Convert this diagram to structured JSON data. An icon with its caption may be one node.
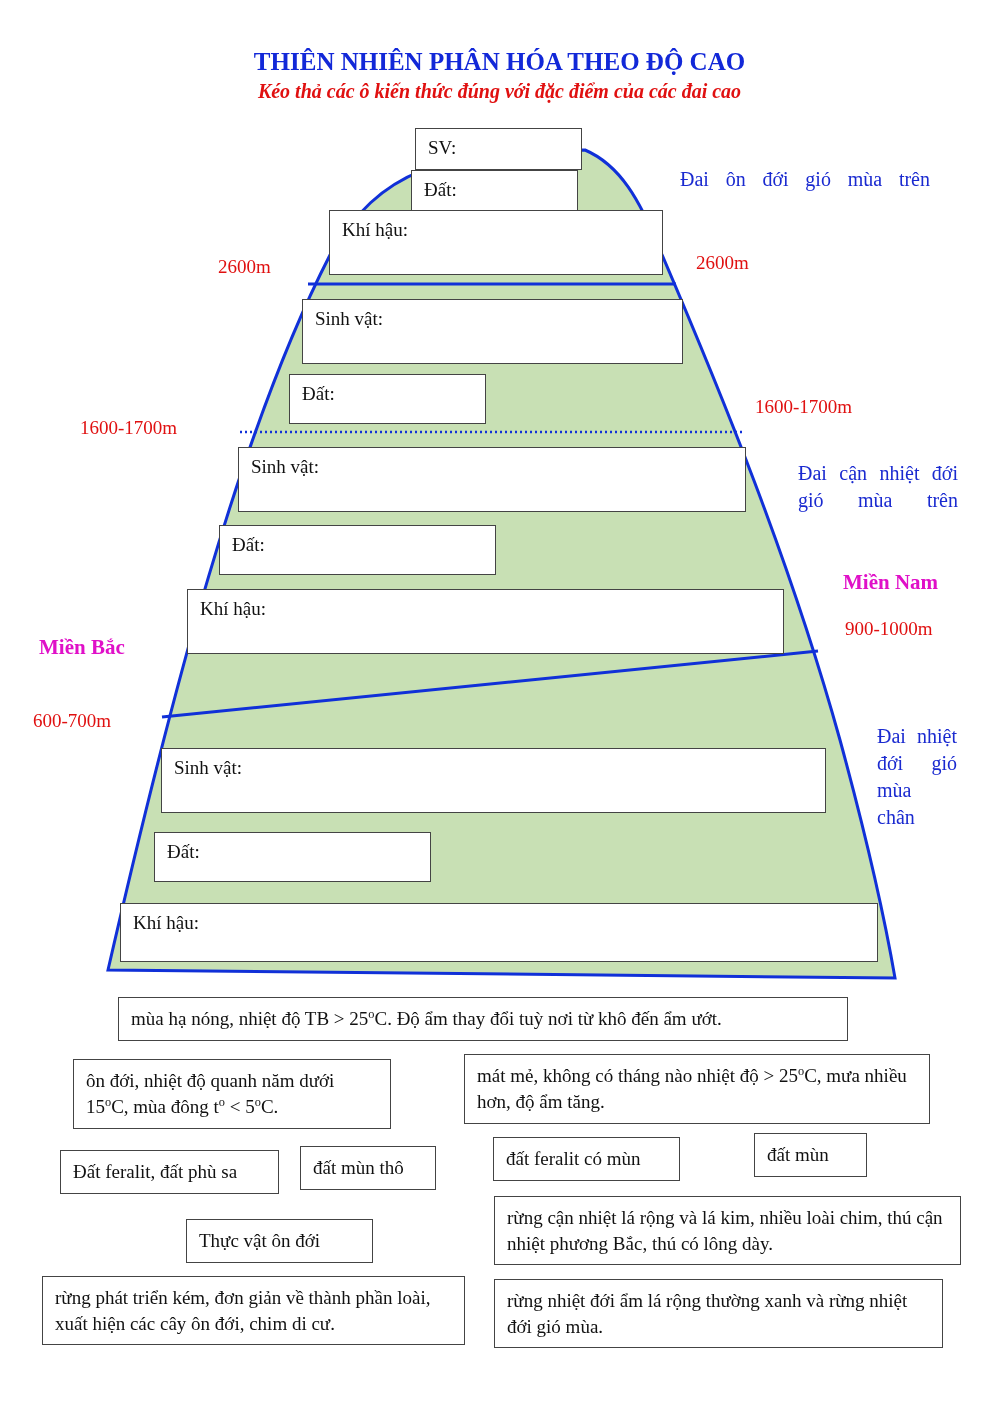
{
  "diagram": {
    "title": "THIÊN NHIÊN PHÂN HÓA THEO ĐỘ CAO",
    "nodes": [
      {
        "text": [
          "SV:"
        ]
      },
      {
        "text": [
          "Đất:"
        ]
      },
      {
        "text": [
          "Khí hậu:"
        ]
      },
      {
        "text": [
          "Sinh vật:"
        ]
      },
      {
        "text": [
          "Đất:"
        ]
      },
      {
        "text": [
          "Sinh vật:"
        ]
      },
      {
        "text": [
          "Đất:"
        ]
      },
      {
        "text": [
          "Khí hậu:"
        ]
      },
      {
        "text": [
          "Sinh vật:"
        ]
      },
      {
        "text": [
          "Đất:"
        ]
      },
      {
        "text": [
          "Khí hậu:"
        ]
      },
      {
        "text": [
          "mùa hạ nóng, nhiệt độ TB > 25$^{o}$C. Độ ẩm thay đổi tuỳ nơi từ khô đến ẩm ướt."
        ]
      },
      {
        "text": [
          "ôn đới, nhiệt độ quanh năm dưới 15$^{o}$C, mùa đông t$^{o}$ < 5$^{o}$C."
        ]
      },
      {
        "text": [
          "mát mẻ, không có tháng nào nhiệt độ > 25$^{o}$C, mưa nhiều hơn, độ ẩm tăng."
        ]
      },
      {
        "text": [
          "Đất feralit, đất phù sa"
        ]
      },
      {
        "text": [
          "đất mùn thô"
        ]
      },
      {
        "text": [
          "đất feralit có mùn"
        ]
      },
      {
        "text": [
          "đất mùn"
        ]
      },
      {
        "text": [
          "Thực vật ôn đới"
        ]
      },
      {
        "text": [
          "rừng cận nhiệt lá rộng và lá kim, nhiều loài chim, thú cận nhiệt phương Bắc, thú có lông dày."
        ]
      },
      {
        "text": [
          "rừng phát triển kém, đơn giản về thành phần loài, xuất hiện các cây ôn đới, chim di cư."
        ]
      },
      {
        "text": [
          "rừng nhiệt đới ẩm lá rộng thường xanh và rừng nhiệt đới gió mùa."
        ]
      }
    ],
    "labels": [
      "Kéo thả các ô kiến thức đúng với đặc điểm của các đai cao",
      "Đai ôn đới gió mùa trên",
      "2600m",
      "2600m",
      "1600-1700m",
      "1600-1700m",
      "Đai cận nhiệt đới gió mùa trên",
      "Miền Nam",
      "900-1000m",
      "Miền Bắc",
      "600-700m",
      "Đai nhiệt đới gió mùa chân"
    ]
  }
}
